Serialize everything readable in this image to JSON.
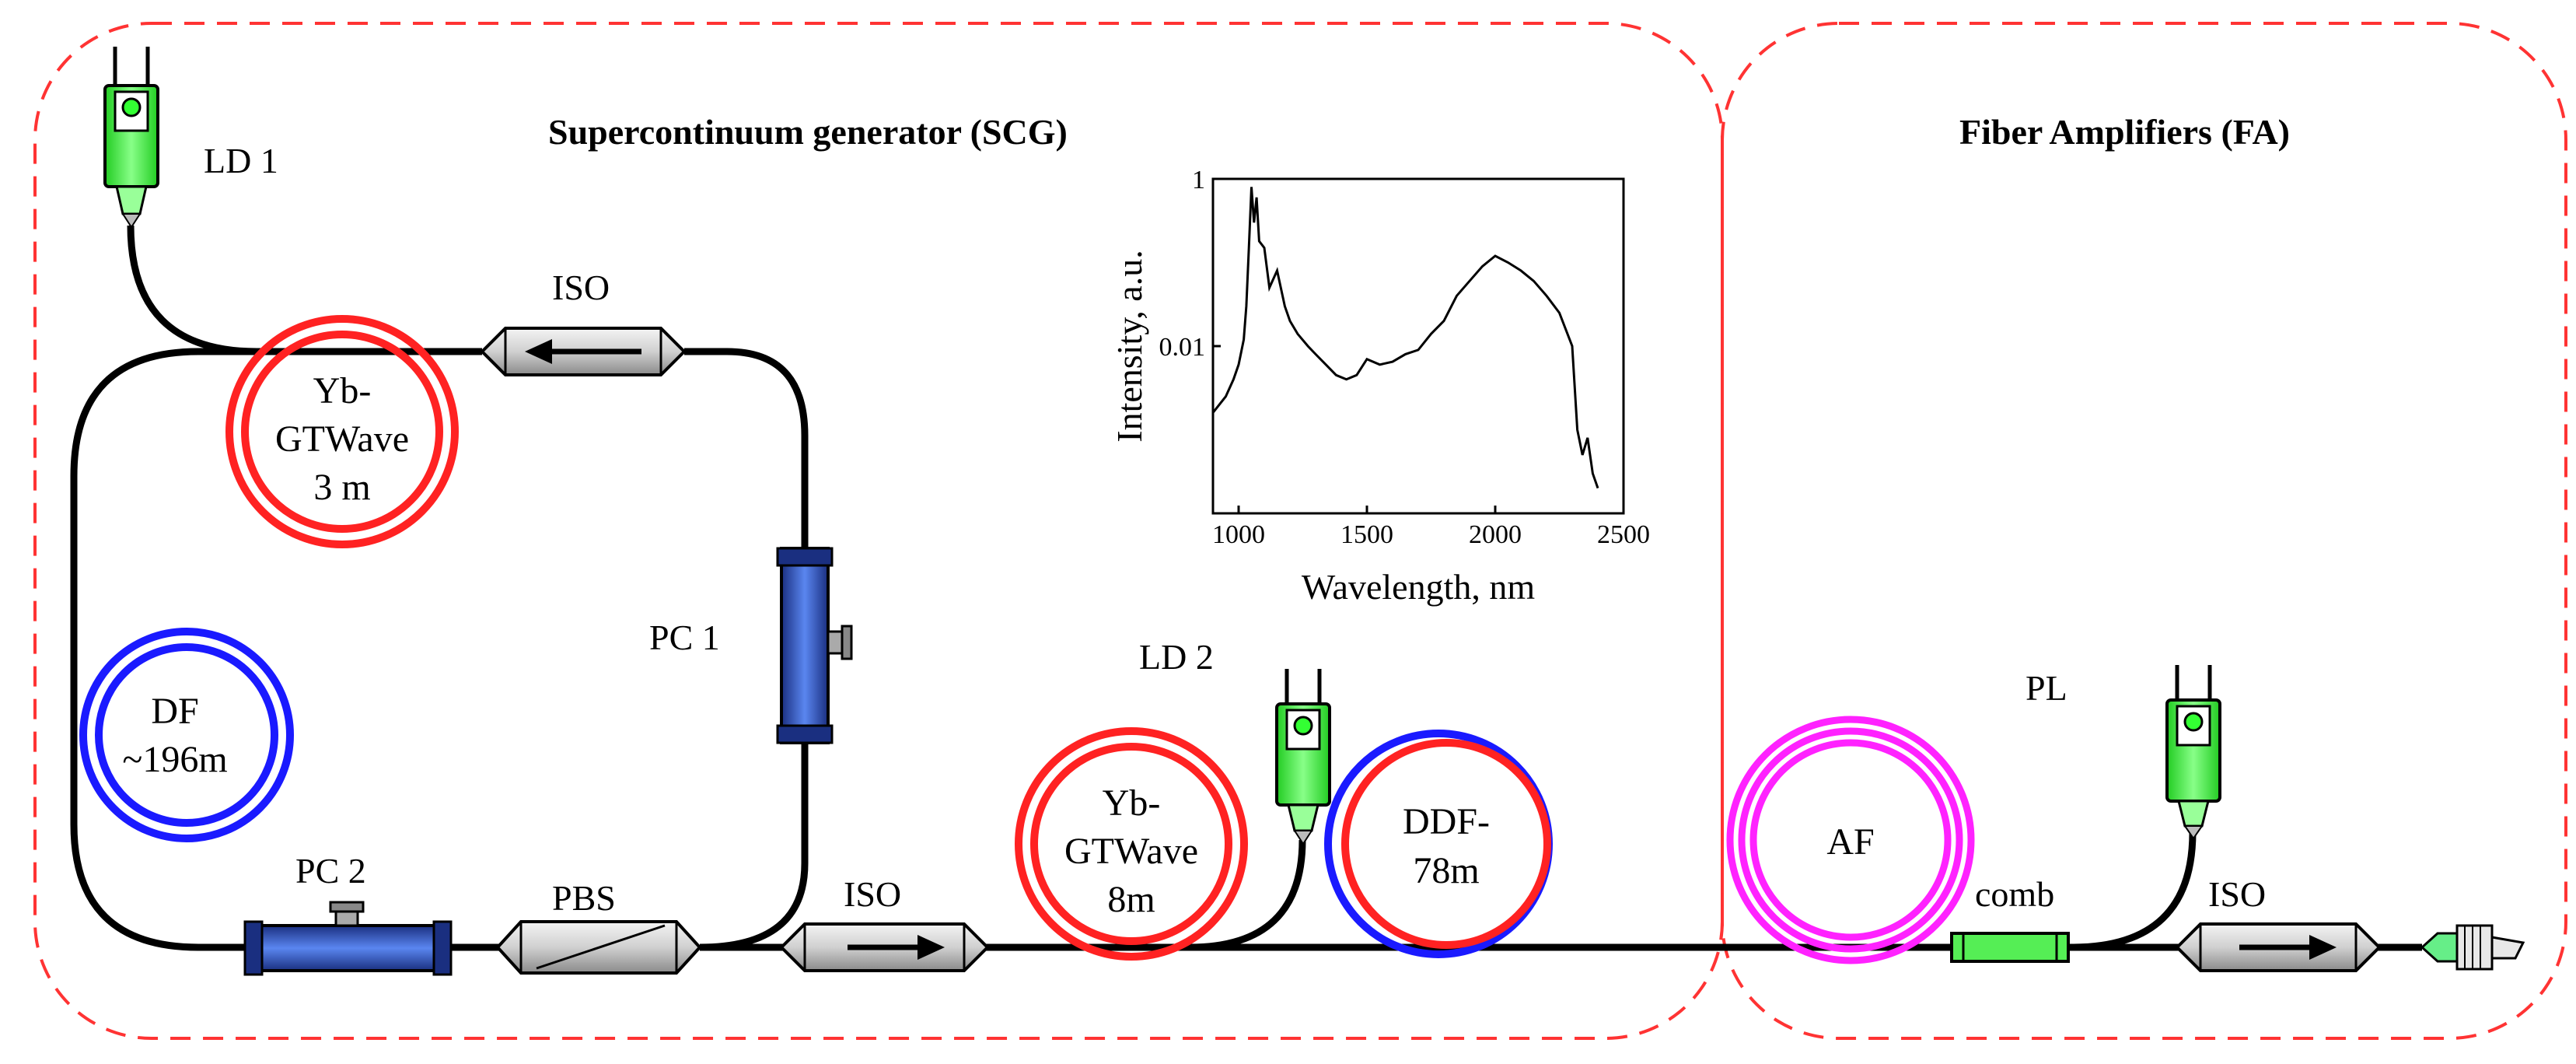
{
  "sections": {
    "scg_title": "Supercontinuum generator (SCG)",
    "fa_title": "Fiber Amplifiers (FA)"
  },
  "labels": {
    "ld1": "LD 1",
    "ld2": "LD 2",
    "pl": "PL",
    "iso_top": "ISO",
    "iso_mid": "ISO",
    "iso_right": "ISO",
    "pc1": "PC 1",
    "pc2": "PC 2",
    "pbs": "PBS",
    "comb": "comb"
  },
  "coils": {
    "yb1": [
      "Yb-",
      "GTWave",
      "3 m"
    ],
    "df": [
      "DF",
      "~196m"
    ],
    "yb2": [
      "Yb-",
      "GTWave",
      "8m"
    ],
    "ddf": [
      "DDF-",
      "78m"
    ],
    "af": [
      "AF"
    ]
  },
  "colors": {
    "border": "#ff3333",
    "coil_red": "#ff2222",
    "coil_blue": "#1a1aff",
    "coil_magenta": "#ff22ff",
    "laser_green": "#33ff33",
    "pc_blue": "#2a4fc4",
    "fiber": "#000000"
  },
  "icons": [
    "laser-diode-icon",
    "isolator-icon",
    "polarization-controller-icon",
    "pbs-icon",
    "combiner-icon",
    "fiber-connector-icon"
  ],
  "chart_data": {
    "type": "line",
    "xlabel": "Wavelength, nm",
    "ylabel": "Intensity, a.u.",
    "xlim": [
      900,
      2500
    ],
    "ylim": [
      0.0001,
      1
    ],
    "yscale": "log",
    "xticks": [
      "1000",
      "1500",
      "2000",
      "2500"
    ],
    "yticks": [
      "1",
      "0.01"
    ],
    "series": [
      {
        "x": [
          900,
          950,
          980,
          1000,
          1020,
          1030,
          1040,
          1050,
          1060,
          1070,
          1080,
          1100,
          1120,
          1150,
          1180,
          1200,
          1230,
          1270,
          1300,
          1340,
          1380,
          1420,
          1460,
          1500,
          1550,
          1600,
          1650,
          1700,
          1750,
          1800,
          1850,
          1900,
          1950,
          2000,
          2050,
          2100,
          2150,
          2200,
          2250,
          2300,
          2320,
          2340,
          2360,
          2380,
          2400
        ],
        "y": [
          0.0016,
          0.0025,
          0.004,
          0.006,
          0.012,
          0.03,
          0.15,
          0.8,
          0.3,
          0.6,
          0.18,
          0.15,
          0.05,
          0.08,
          0.03,
          0.02,
          0.014,
          0.01,
          0.008,
          0.006,
          0.0045,
          0.004,
          0.0045,
          0.007,
          0.006,
          0.0065,
          0.008,
          0.009,
          0.014,
          0.02,
          0.04,
          0.06,
          0.09,
          0.12,
          0.1,
          0.08,
          0.06,
          0.04,
          0.025,
          0.01,
          0.001,
          0.0005,
          0.0008,
          0.0003,
          0.0002
        ]
      }
    ]
  }
}
